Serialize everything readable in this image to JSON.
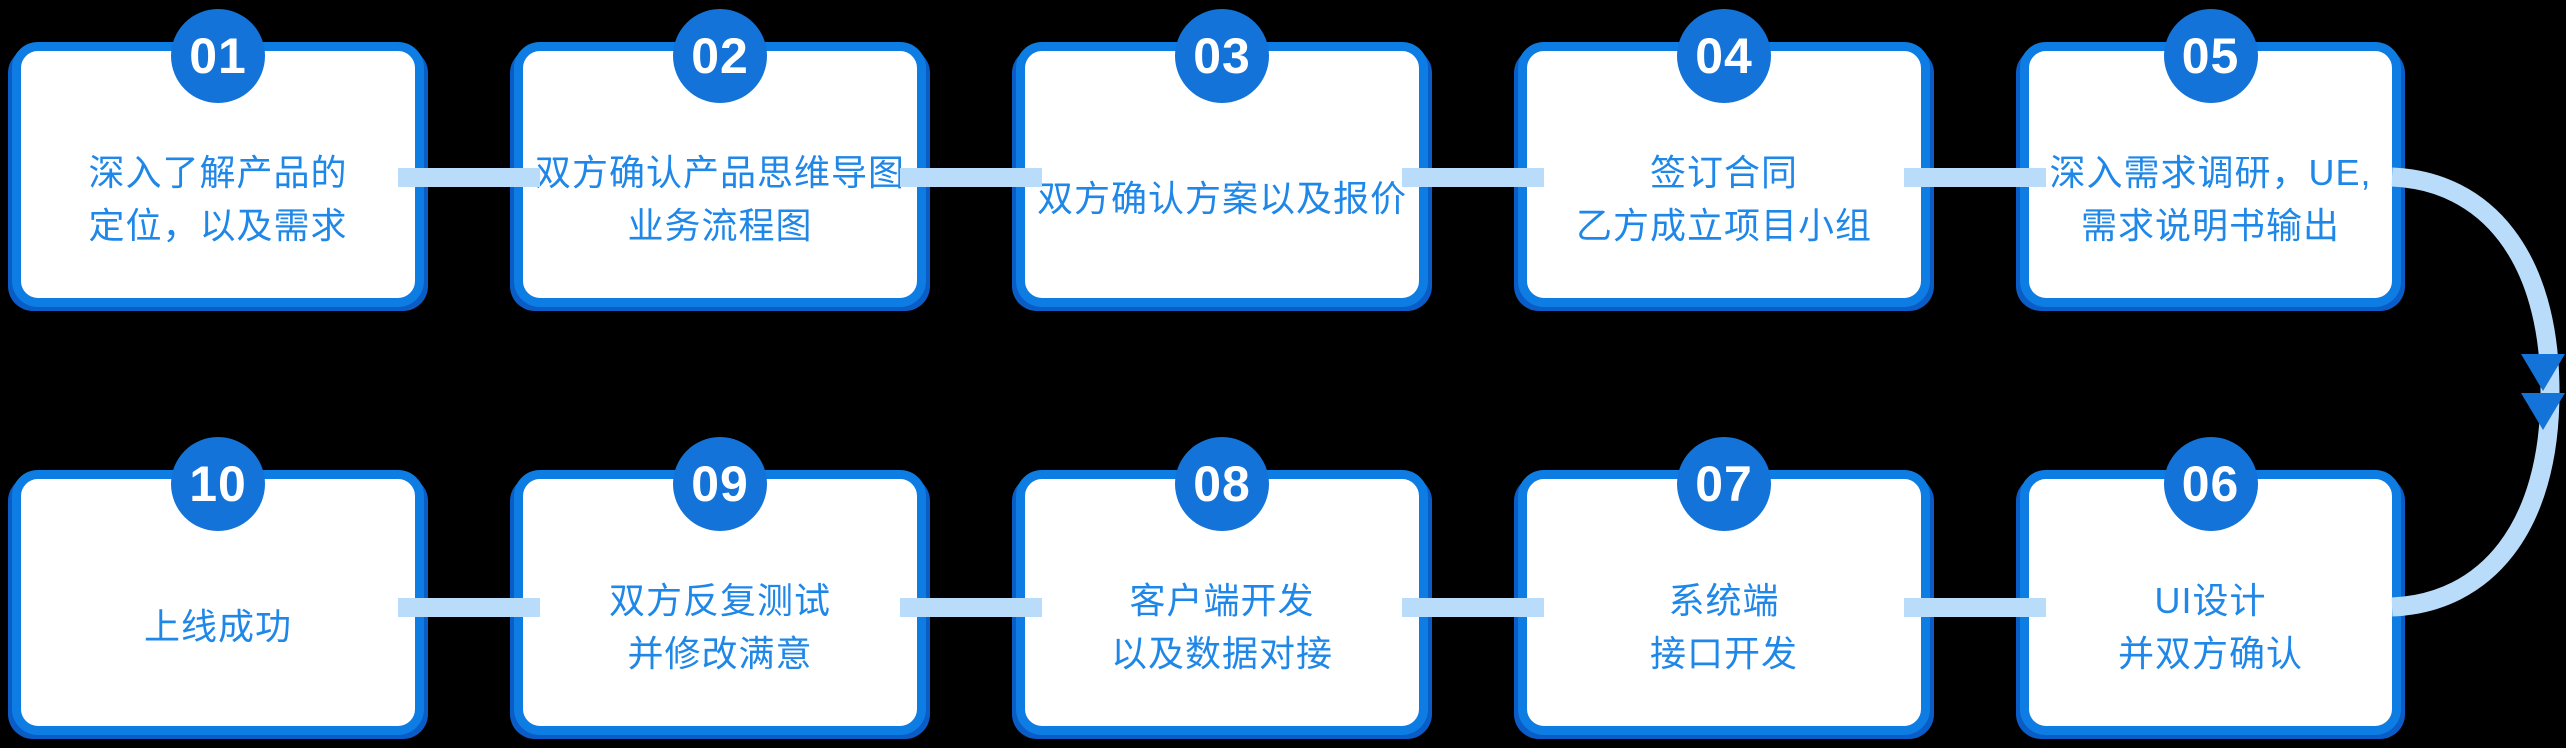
{
  "diagram_title": "",
  "colors": {
    "bg": "#000000",
    "circle": "#1373d8",
    "border": "#0d7ce3",
    "text": "#1f87e8",
    "connector": "#b9dcfa",
    "shadow": "#0a5dc7",
    "number": "#ffffff"
  },
  "steps": [
    {
      "number": "01",
      "text": "深入了解产品的\n定位，以及需求"
    },
    {
      "number": "02",
      "text": "双方确认产品思维导图\n业务流程图"
    },
    {
      "number": "03",
      "text": "双方确认方案以及报价"
    },
    {
      "number": "04",
      "text": "签订合同\n乙方成立项目小组"
    },
    {
      "number": "05",
      "text": "深入需求调研，UE,\n需求说明书输出"
    },
    {
      "number": "06",
      "text": "UI设计\n并双方确认"
    },
    {
      "number": "07",
      "text": "系统端\n接口开发"
    },
    {
      "number": "08",
      "text": "客户端开发\n以及数据对接"
    },
    {
      "number": "09",
      "text": "双方反复测试\n并修改满意"
    },
    {
      "number": "10",
      "text": "上线成功"
    }
  ],
  "flow_order": [
    "01",
    "02",
    "03",
    "04",
    "05",
    "06",
    "07",
    "08",
    "09",
    "10"
  ]
}
